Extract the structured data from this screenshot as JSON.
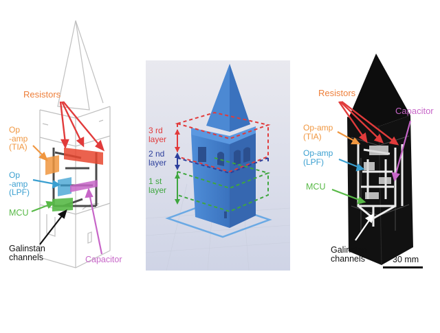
{
  "left_panel": {
    "resistors": "Resistors",
    "op_tia": [
      "Op",
      "-amp",
      "(TIA)"
    ],
    "op_lpf": [
      "Op",
      "-amp",
      "(LPF)"
    ],
    "mcu": "MCU",
    "galinstan": [
      "Galinstan",
      "channels"
    ],
    "capacitor": "Capacitor"
  },
  "middle_panel": {
    "layer3": [
      "3 rd",
      "layer"
    ],
    "layer2": [
      "2 nd",
      "layer"
    ],
    "layer1": [
      "1 st",
      "layer"
    ]
  },
  "right_panel": {
    "resistors": "Resistors",
    "capacitor": "Capacitor",
    "op_tia": [
      "Op-amp",
      "(TIA)"
    ],
    "op_lpf": [
      "Op-amp",
      "(LPF)"
    ],
    "mcu": "MCU",
    "galinstan": [
      "Galinstan",
      "channels"
    ],
    "scale": "30 mm"
  },
  "colors": {
    "resistor": "#e8472f",
    "resistor_label": "#ee7f3a",
    "tia": "#f0963f",
    "lpf": "#3a9fd0",
    "mcu": "#58b947",
    "capacitor": "#c766c8",
    "layer3": "#e13b3b",
    "layer2": "#2d3f9c",
    "layer1": "#3ea63e",
    "tower_blue": "#3f7fcf"
  }
}
